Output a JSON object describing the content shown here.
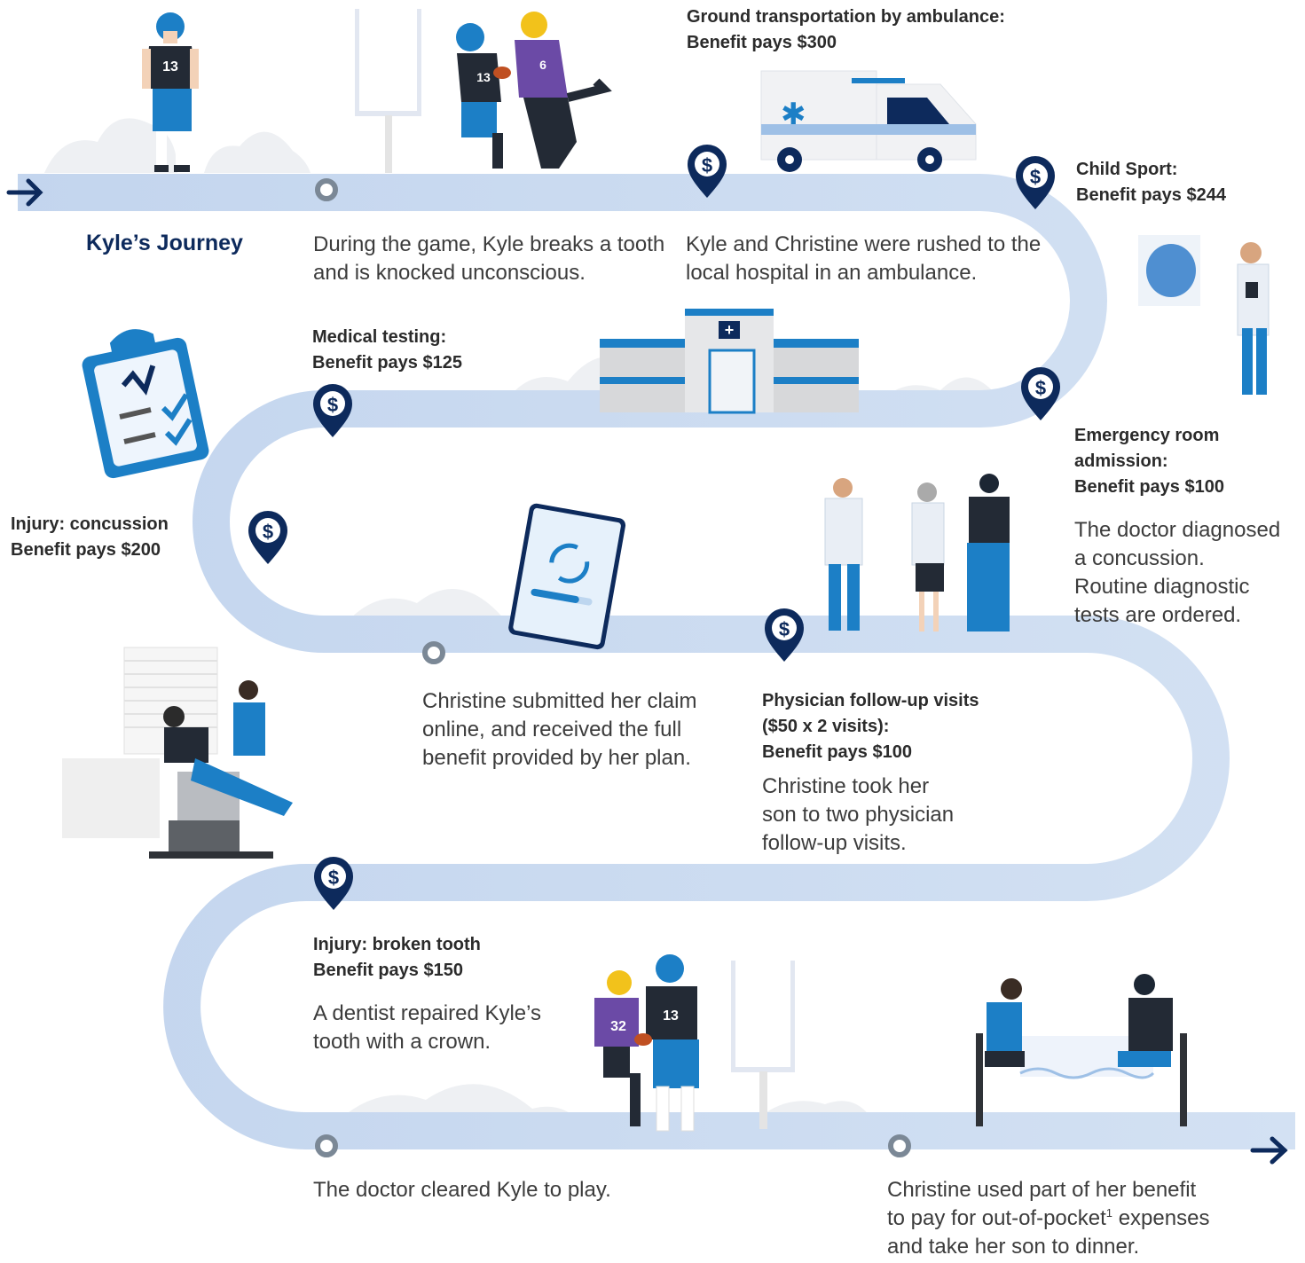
{
  "title": "Kyle’s Journey",
  "colors": {
    "path": "#c7d8ef",
    "pin": "#0d2a5c",
    "node_ring": "#7b8896",
    "jersey_blue": "#1c7fc6",
    "jersey_purple": "#6b4aa6",
    "helmet_yellow": "#f2c21b",
    "label_text": "#2b2b2b"
  },
  "pin_symbol": "$",
  "steps": {
    "game": {
      "text": "During the game, Kyle breaks a tooth and is knocked unconscious."
    },
    "ambulance": {
      "label": [
        "Ground transportation by ambulance:",
        "Benefit pays $300"
      ],
      "text": "Kyle and Christine were rushed to the local hospital in an ambulance."
    },
    "child_sport": {
      "label": [
        "Child Sport:",
        "Benefit pays $244"
      ]
    },
    "medical_testing": {
      "label": [
        "Medical testing:",
        "Benefit pays $125"
      ]
    },
    "emergency": {
      "label": [
        "Emergency room",
        "admission:",
        "Benefit pays $100"
      ],
      "text": [
        "The doctor diagnosed",
        "a concussion.",
        "Routine diagnostic",
        "tests are ordered."
      ]
    },
    "concussion": {
      "label": [
        "Injury: concussion",
        "Benefit pays $200"
      ]
    },
    "claim": {
      "text": [
        "Christine submitted her claim",
        "online, and received the full",
        "benefit provided by her plan."
      ]
    },
    "followup": {
      "label": [
        "Physician follow-up visits",
        "($50 x 2 visits):",
        "Benefit pays $100"
      ],
      "text": [
        "Christine took her",
        "son to two physician",
        "follow-up visits."
      ]
    },
    "tooth": {
      "label": [
        "Injury: broken tooth",
        "Benefit pays $150"
      ],
      "text": [
        "A dentist repaired Kyle’s",
        "tooth with a crown."
      ]
    },
    "cleared": {
      "text": "The doctor cleared Kyle to play."
    },
    "dinner": {
      "text_line1": "Christine used part of her benefit",
      "text_line2_a": "to pay for out-of-pocket",
      "text_line2_sup": "1",
      "text_line2_b": " expenses",
      "text_line3": "and take her son to dinner."
    }
  },
  "jersey_numbers": {
    "kyle": "13",
    "opponent_1": "6",
    "opponent_2": "32"
  }
}
